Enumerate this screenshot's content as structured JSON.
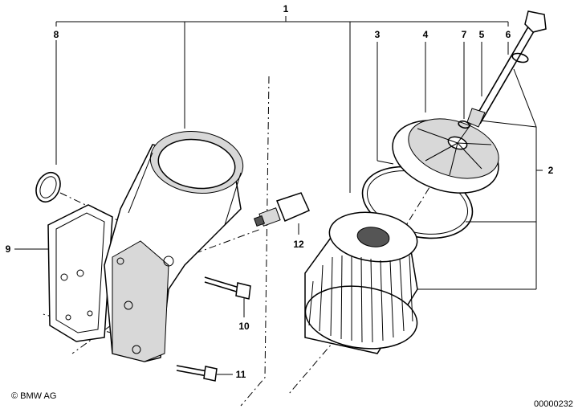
{
  "labels": {
    "l1": "1",
    "l2": "2",
    "l3": "3",
    "l4": "4",
    "l5": "5",
    "l6": "6",
    "l7": "7",
    "l8": "8",
    "l9": "9",
    "l10": "10",
    "l11": "11",
    "l12": "12"
  },
  "footer": {
    "copyright": "© BMW AG",
    "drawing_number": "00000232"
  }
}
